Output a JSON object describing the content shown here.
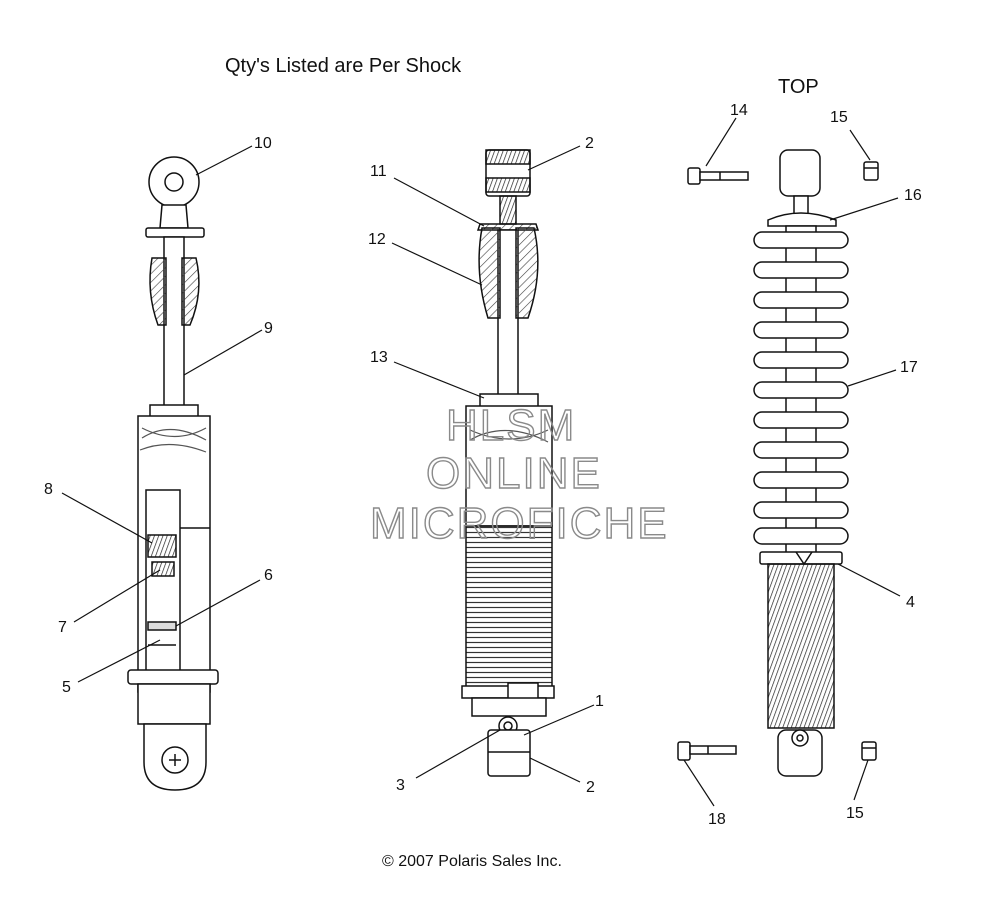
{
  "header": {
    "qty_note": "Qty's Listed are Per Shock",
    "top_label": "TOP"
  },
  "footer": {
    "copyright": "© 2007 Polaris Sales Inc."
  },
  "watermark": {
    "line1": "HLSM",
    "line2": "ONLINE",
    "line3": "MICROFICHE"
  },
  "callouts": {
    "c1": "1",
    "c2a": "2",
    "c2b": "2",
    "c3": "3",
    "c4": "4",
    "c5": "5",
    "c6": "6",
    "c7": "7",
    "c8": "8",
    "c9": "9",
    "c10": "10",
    "c11": "11",
    "c12": "12",
    "c13": "13",
    "c14": "14",
    "c15a": "15",
    "c15b": "15",
    "c16": "16",
    "c17": "17",
    "c18": "18"
  },
  "colors": {
    "line": "#111111",
    "hatch": "#444444",
    "watermark": "#8a8a8a"
  }
}
